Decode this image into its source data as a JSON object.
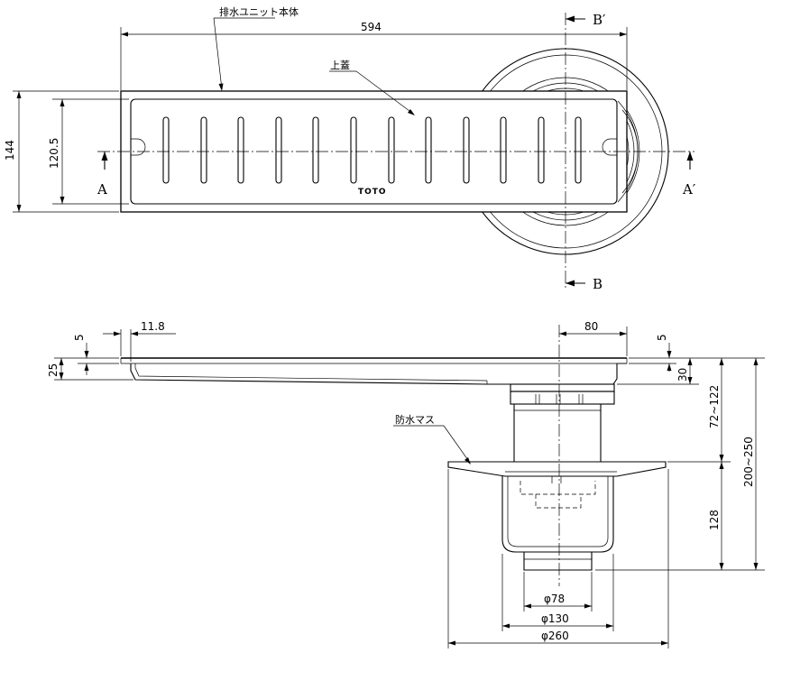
{
  "labels": {
    "body_unit": "排水ユニット本体",
    "top_cover": "上蓋",
    "waterproof_mass": "防水マス",
    "logo": "TOTO"
  },
  "section_marks": {
    "a_left": "A",
    "a_right": "A′",
    "b_top": "B′",
    "b_bottom": "B"
  },
  "dimensions": {
    "overall_length": "594",
    "overall_width": "144",
    "cover_width": "120.5",
    "flange_offset": "11.8",
    "flange_thickness_left": "5",
    "flange_height_left": "25",
    "drain_offset": "80",
    "flange_thickness_right": "5",
    "trough_depth": "30",
    "outlet_height": "72~122",
    "total_height": "200~250",
    "mass_depth": "128",
    "dia_outlet": "φ78",
    "dia_mass": "φ130",
    "dia_flange": "φ260"
  }
}
